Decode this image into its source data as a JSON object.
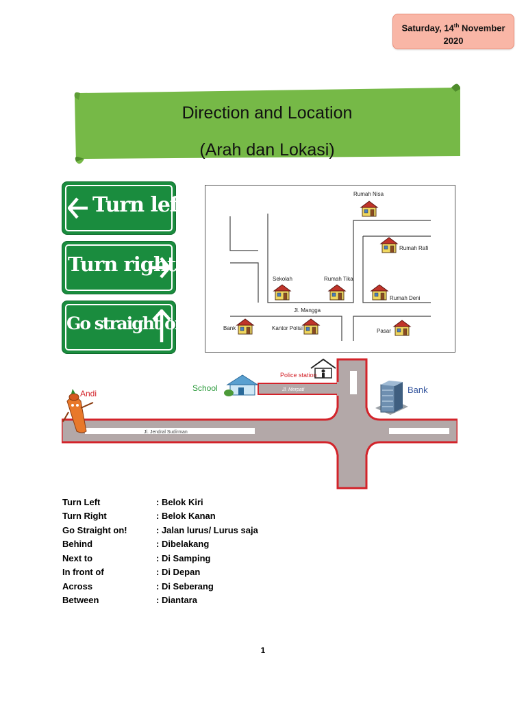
{
  "date": {
    "prefix": "Saturday, 14",
    "suffix": "th",
    "month": "November",
    "year": "2020"
  },
  "title": {
    "line1": "Direction and Location",
    "line2": "(Arah dan Lokasi)"
  },
  "signs": [
    {
      "text": "Turn left",
      "arrow": "left-arrow-icon"
    },
    {
      "text": "Turn right",
      "arrow": "right-arrow-icon"
    },
    {
      "text": "Go straight on!",
      "arrow": "up-arrow-icon"
    }
  ],
  "map": {
    "labels": {
      "rumah_nisa": "Rumah Nisa",
      "rumah_rafi": "Rumah Rafi",
      "sekolah": "Sekolah",
      "rumah_tika": "Rumah Tika",
      "rumah_deni": "Rumah Deni",
      "jl_mangga": "Jl. Mangga",
      "bank": "Bank",
      "kantor_polisi": "Kantor Polisi",
      "pasar": "Pasar"
    }
  },
  "illustration": {
    "andi": "Andi",
    "school": "School",
    "police": "Police station",
    "jl_merpati": "Jl. Merpati",
    "bank": "Bank",
    "jl_sudirman": "Jl. Jendral Sudirman"
  },
  "vocabulary": [
    {
      "term": "Turn Left",
      "meaning": ": Belok Kiri"
    },
    {
      "term": "Turn Right",
      "meaning": ": Belok Kanan"
    },
    {
      "term": "Go Straight on!",
      "meaning": ": Jalan lurus/ Lurus saja"
    },
    {
      "term": "Behind",
      "meaning": ": Dibelakang"
    },
    {
      "term": "Next to",
      "meaning": ": Di Samping"
    },
    {
      "term": "In front of",
      "meaning": ": Di Depan"
    },
    {
      "term": "Across",
      "meaning": ": Di Seberang"
    },
    {
      "term": "Between",
      "meaning": ": Diantara"
    }
  ],
  "page_number": "1",
  "colors": {
    "banner": "#76b947",
    "sign": "#1a8c3e",
    "date_badge": "#f9b6a6",
    "road_edge": "#d3232a"
  }
}
